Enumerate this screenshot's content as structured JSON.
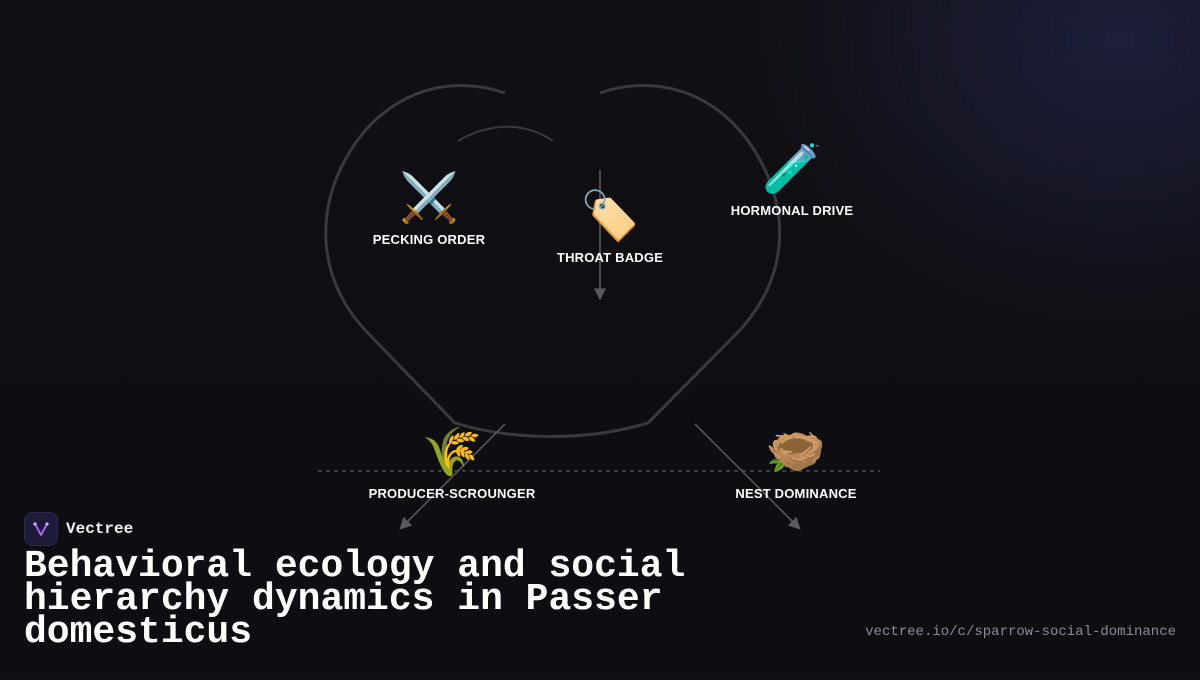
{
  "brand": {
    "name": "Vectree",
    "logo_icon": "vectree-v-logo-icon",
    "logo_color": "#b86bff"
  },
  "title": "Behavioral ecology and social hierarchy dynamics in Passer domesticus",
  "url": "vectree.io/c/sparrow-social-dominance",
  "diagram": {
    "nodes": [
      {
        "id": "pecking-order",
        "label": "PECKING ORDER",
        "icon": "⚔️",
        "icon_name": "crossed-swords-icon"
      },
      {
        "id": "throat-badge",
        "label": "THROAT BADGE",
        "icon": "🏷️",
        "icon_name": "label-tag-icon"
      },
      {
        "id": "hormonal-drive",
        "label": "HORMONAL DRIVE",
        "icon": "🧪",
        "icon_name": "test-tube-icon"
      },
      {
        "id": "producer-scrounger",
        "label": "PRODUCER-SCROUNGER",
        "icon": "🌾",
        "icon_name": "wheat-sheaf-icon"
      },
      {
        "id": "nest-dominance",
        "label": "NEST DOMINANCE",
        "icon": "🪹",
        "icon_name": "nest-icon"
      }
    ],
    "colors": {
      "outline": "#3a3a3e",
      "arrow": "#5a5a60",
      "dashed_line": "#4a4a52",
      "background": "#101014"
    }
  }
}
